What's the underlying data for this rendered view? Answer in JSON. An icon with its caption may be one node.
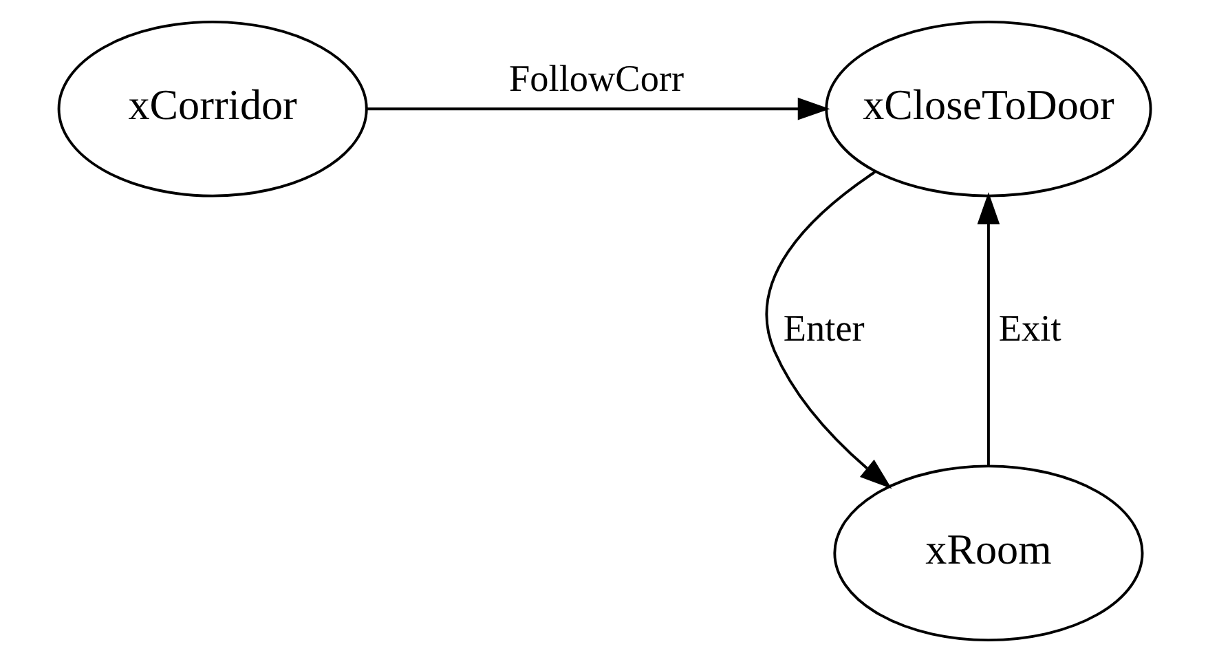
{
  "diagram": {
    "nodes": [
      {
        "text": [
          "xCorridor"
        ]
      },
      {
        "text": [
          "xCloseToDoor"
        ]
      },
      {
        "text": [
          "xRoom"
        ]
      }
    ],
    "edges": [
      {
        "from": 0,
        "to": 1,
        "arrow": "to",
        "label": "FollowCorr"
      },
      {
        "from": 1,
        "to": 2,
        "arrow": "to",
        "label": "Enter"
      },
      {
        "from": 2,
        "to": 1,
        "arrow": "to",
        "label": "Exit"
      }
    ]
  }
}
